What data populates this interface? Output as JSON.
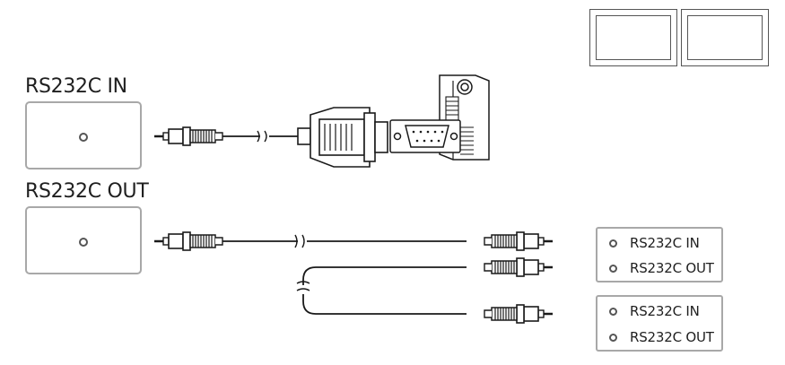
{
  "labels": {
    "in_title": "RS232C IN",
    "out_title": "RS232C OUT"
  },
  "device_ports": [
    {
      "in_label": "RS232C IN",
      "out_label": "RS232C OUT"
    },
    {
      "in_label": "RS232C IN",
      "out_label": "RS232C OUT"
    }
  ],
  "colors": {
    "box_border": "#a8a8a8",
    "line": "#1a1a1a"
  }
}
